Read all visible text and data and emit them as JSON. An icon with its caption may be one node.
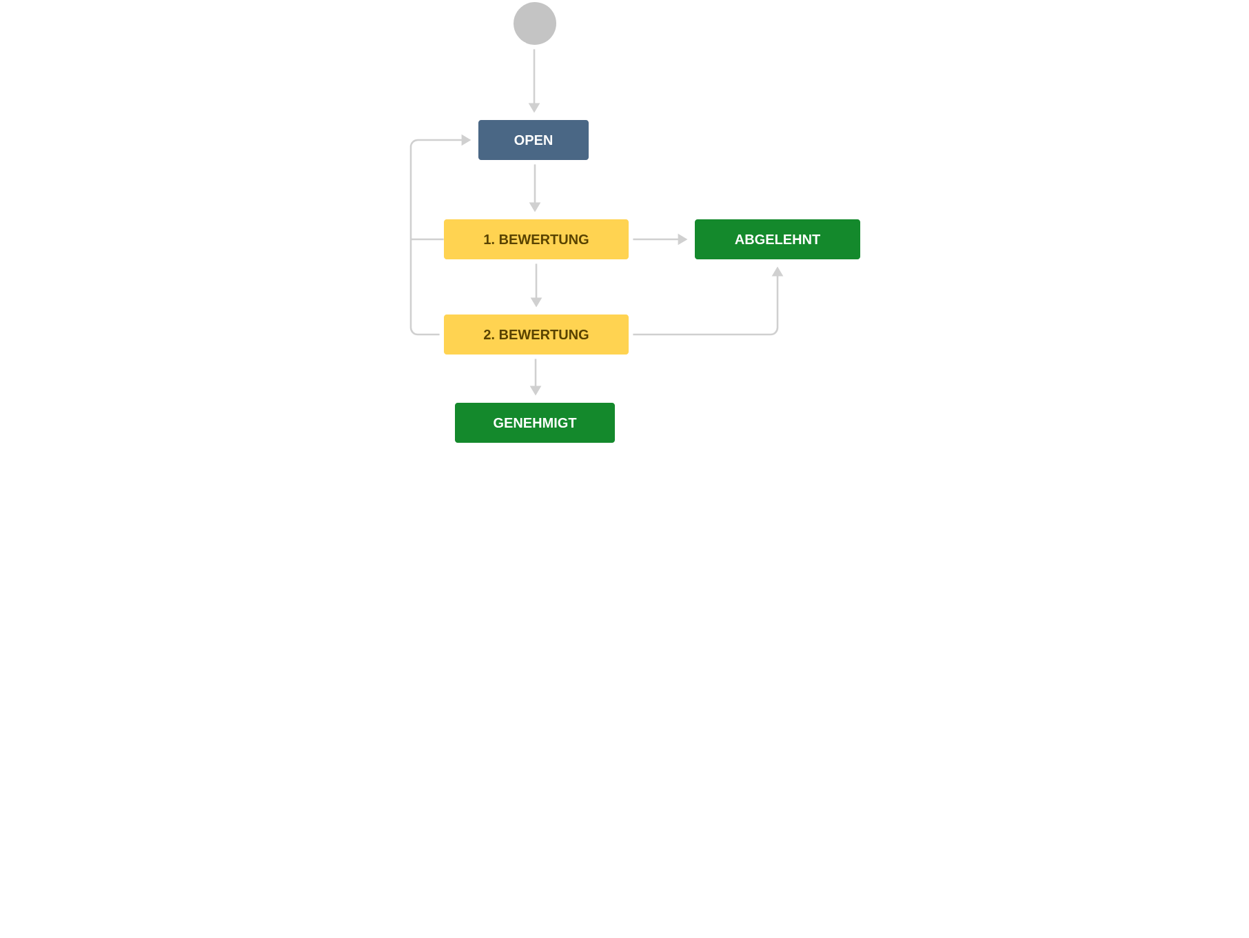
{
  "diagram": {
    "nodes": [
      {
        "text": [],
        "shape": "circle"
      },
      {
        "text": [
          "OPEN"
        ]
      },
      {
        "text": [
          "1. BEWERTUNG"
        ]
      },
      {
        "text": [
          "ABGELEHNT"
        ]
      },
      {
        "text": [
          "2. BEWERTUNG"
        ]
      },
      {
        "text": [
          "GENEHMIGT"
        ]
      }
    ],
    "edges": [
      {
        "from": 0,
        "to": 1,
        "arrow": "to"
      },
      {
        "from": 1,
        "to": 2,
        "arrow": "to"
      },
      {
        "from": 2,
        "to": 3,
        "arrow": "to"
      },
      {
        "from": 2,
        "to": 4,
        "arrow": "to"
      },
      {
        "from": 2,
        "to": 1,
        "arrow": "to"
      },
      {
        "from": 4,
        "to": 1,
        "arrow": "to"
      },
      {
        "from": 4,
        "to": 3,
        "arrow": "to"
      },
      {
        "from": 4,
        "to": 5,
        "arrow": "to"
      }
    ]
  }
}
